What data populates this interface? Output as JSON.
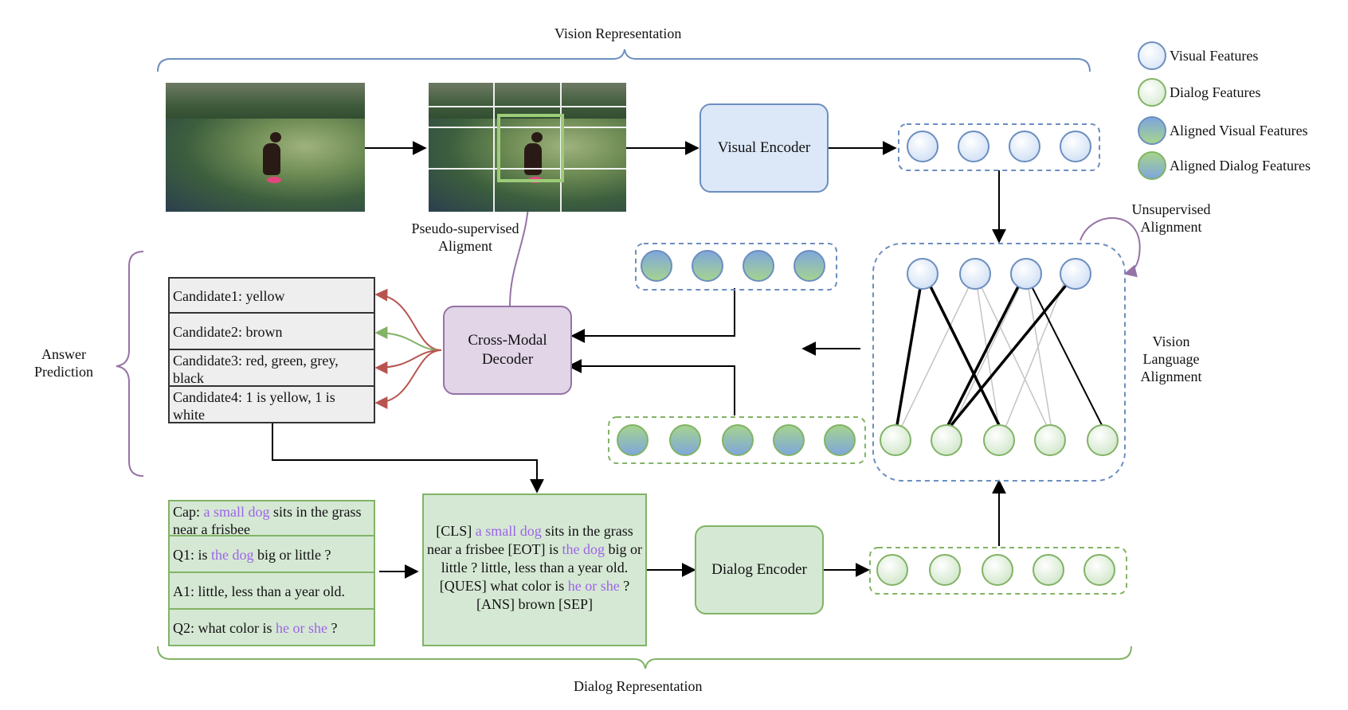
{
  "labels": {
    "vision_representation": "Vision Representation",
    "dialog_representation": "Dialog Representation",
    "pseudo_line1": "Pseudo-supervised",
    "pseudo_line2": "Aligment",
    "unsup_line1": "Unsupervised",
    "unsup_line2": "Alignment",
    "vla_line1": "Vision",
    "vla_line2": "Language",
    "vla_line3": "Alignment",
    "answer_line1": "Answer",
    "answer_line2": "Prediction"
  },
  "encoders": {
    "visual": "Visual Encoder",
    "dialog": "Dialog Encoder",
    "decoder_line1": "Cross-Modal",
    "decoder_line2": "Decoder"
  },
  "legend": [
    {
      "label": "Visual Features",
      "kind": "visual"
    },
    {
      "label": "Dialog Features",
      "kind": "dialog"
    },
    {
      "label": "Aligned Visual Features",
      "kind": "aligned-visual"
    },
    {
      "label": "Aligned Dialog Features",
      "kind": "aligned-dialog"
    }
  ],
  "candidates": [
    "Candidate1: yellow",
    "Candidate2: brown",
    "Candidate3: red, green, grey, black",
    "Candidate4: 1 is yellow, 1 is white"
  ],
  "dialog_lines": {
    "cap_prefix": "Cap: ",
    "cap_hl": "a small dog",
    "cap_rest": " sits in the grass near a frisbee",
    "q1_prefix": "Q1: is ",
    "q1_hl": "the dog",
    "q1_rest": " big or little ?",
    "a1": "A1: little, less than a year old.",
    "q2_prefix": "Q2: what color is ",
    "q2_hl": "he or she",
    "q2_rest": " ?"
  },
  "concat": {
    "p1": "[CLS] ",
    "h1": "a small dog",
    "p2": " sits in the grass near a frisbee [EOT] is ",
    "h2": "the dog",
    "p3": " big or little ? little, less than a year old. [QUES] what color is ",
    "h3": "he or she",
    "p4": " ? [ANS] brown [SEP]"
  },
  "colors": {
    "visual_stroke": "#6c8ebf",
    "dialog_stroke": "#82b366",
    "decoder_stroke": "#9673a6",
    "arrow_red": "#b85450",
    "arrow_green": "#82b366",
    "highlight": "#9d63e8"
  }
}
